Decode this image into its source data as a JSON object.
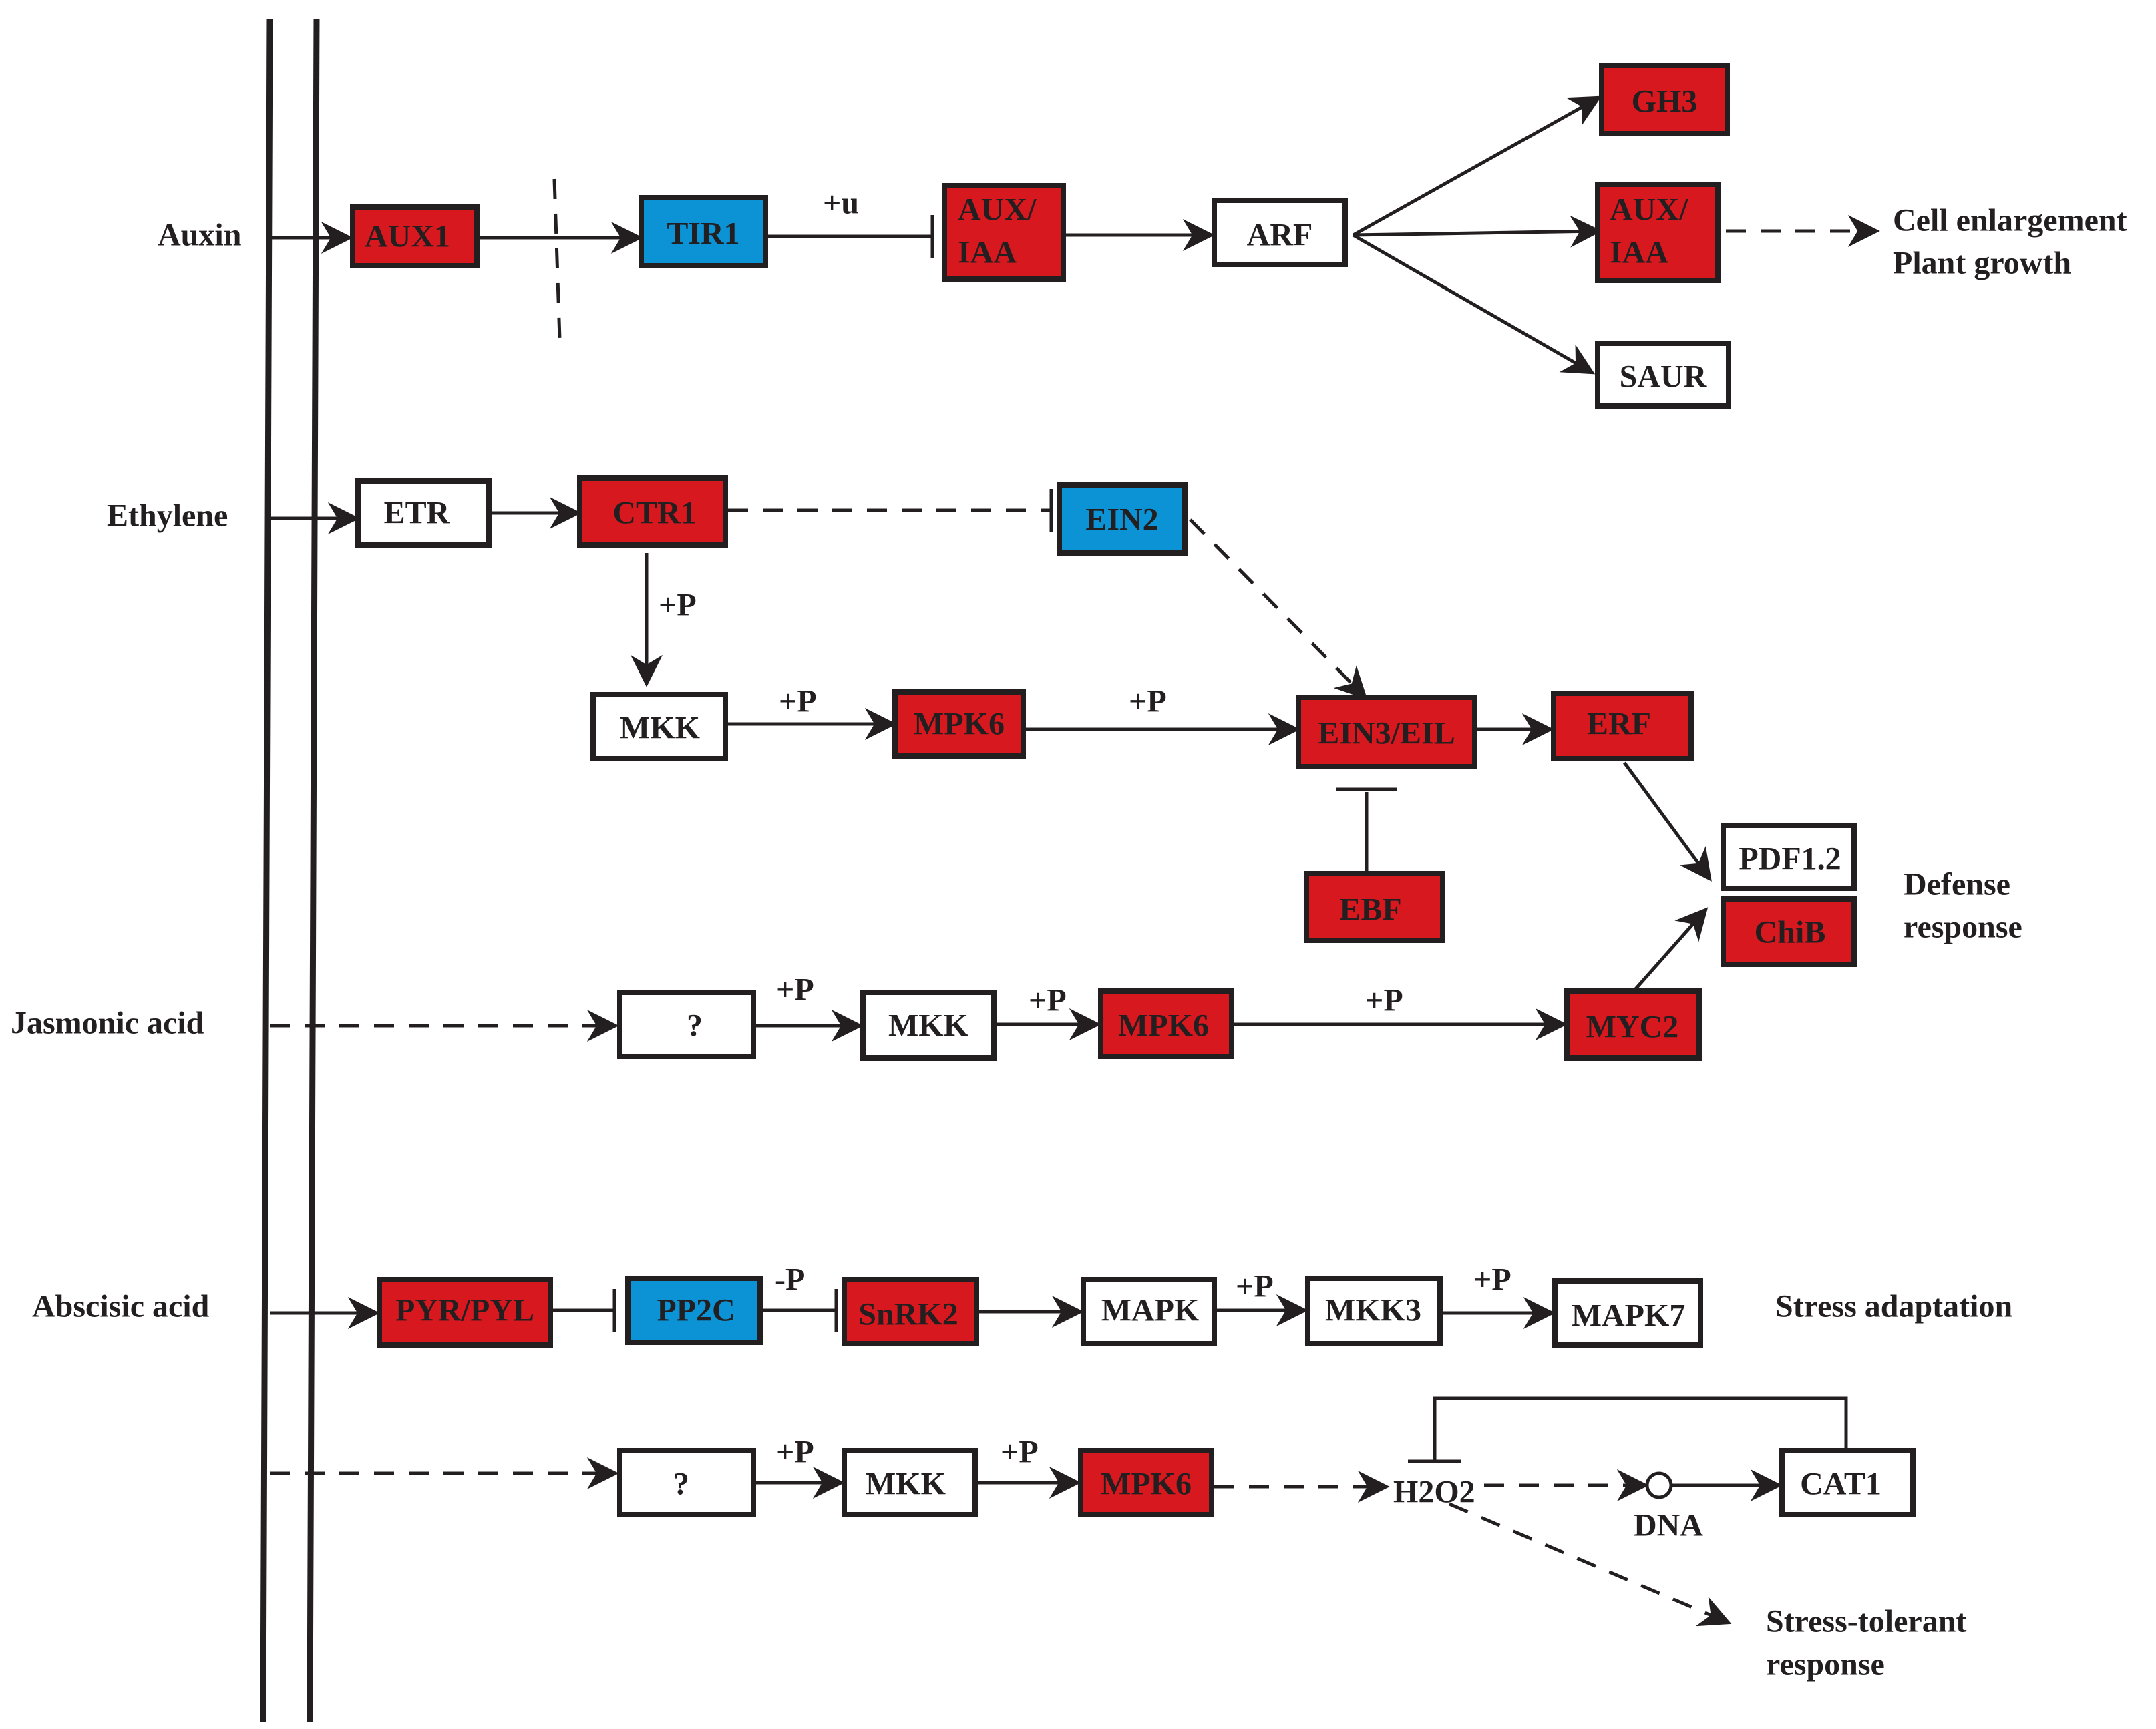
{
  "signals": {
    "auxin": "Auxin",
    "ethylene": "Ethylene",
    "jasmonic": "Jasmonic acid",
    "abscisic": "Abscisic acid"
  },
  "colors": {
    "upregulated": "#d7191f",
    "downregulated": "#0b93d6",
    "unchanged": "#ffffff"
  },
  "nodes": {
    "aux1": "AUX1",
    "tir1": "TIR1",
    "aux_iaa_1_l1": "AUX/",
    "aux_iaa_1_l2": "IAA",
    "arf": "ARF",
    "gh3": "GH3",
    "aux_iaa_2_l1": "AUX/",
    "aux_iaa_2_l2": "IAA",
    "saur": "SAUR",
    "etr": "ETR",
    "ctr1": "CTR1",
    "ein2": "EIN2",
    "mkk_eth": "MKK",
    "mpk6_eth": "MPK6",
    "ein3_eil": "EIN3/EIL",
    "erf": "ERF",
    "ebf": "EBF",
    "pdf12": "PDF1.2",
    "chib": "ChiB",
    "q_ja": "?",
    "mkk_ja": "MKK",
    "mpk6_ja": "MPK6",
    "myc2": "MYC2",
    "pyr_pyl": "PYR/PYL",
    "pp2c": "PP2C",
    "snrk2": "SnRK2",
    "mapk": "MAPK",
    "mkk3": "MKK3",
    "mapk7": "MAPK7",
    "q_aba": "?",
    "mkk_aba": "MKK",
    "mpk6_aba": "MPK6",
    "cat1": "CAT1"
  },
  "edge_labels": {
    "plus_u": "+u",
    "plus_p_ctr1": "+P",
    "plus_p_mkk_eth": "+P",
    "plus_p_mpk6_eth": "+P",
    "plus_p_q_ja": "+P",
    "plus_p_mkk_ja": "+P",
    "plus_p_mpk6_ja": "+P",
    "minus_p": "-P",
    "plus_p_mapk": "+P",
    "plus_p_mkk3": "+P",
    "plus_p_q_aba": "+P",
    "plus_p_mkk_aba": "+P"
  },
  "other_labels": {
    "h2o2": "H2O2",
    "dna": "DNA"
  },
  "outcomes": {
    "cell_l1": "Cell enlargement",
    "cell_l2": "Plant growth",
    "defense_l1": "Defense",
    "defense_l2": "response",
    "stress_adaptation": "Stress adaptation",
    "stress_tol_l1": "Stress-tolerant",
    "stress_tol_l2": "response"
  }
}
